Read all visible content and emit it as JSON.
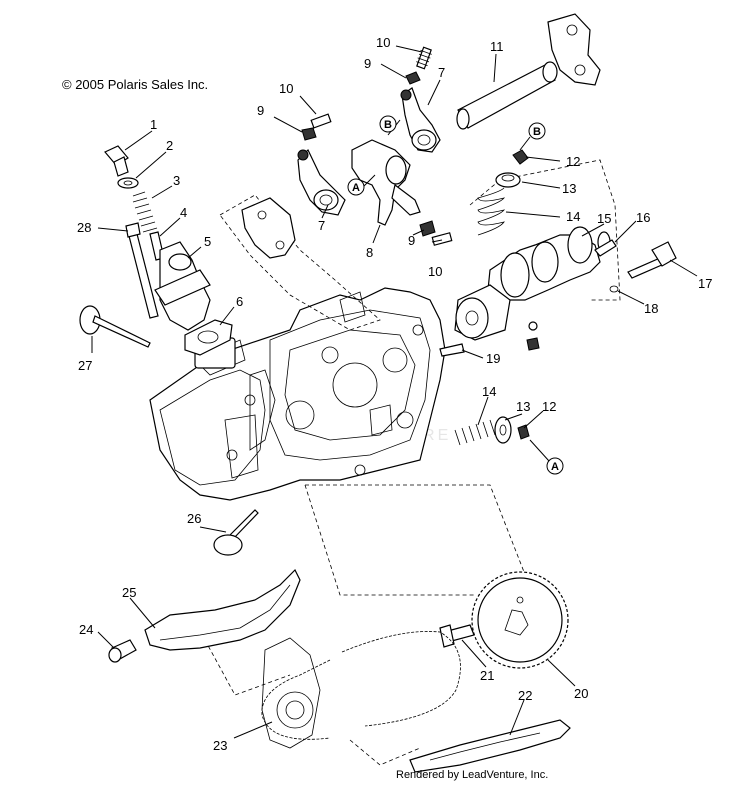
{
  "copyright": "© 2005 Polaris Sales Inc.",
  "rendered_by": "Rendered by LeadVenture, Inc.",
  "callouts": {
    "c1": "1",
    "c2": "2",
    "c3": "3",
    "c4": "4",
    "c5": "5",
    "c6": "6",
    "c7a": "7",
    "c7b": "7",
    "c8": "8",
    "c9a": "9",
    "c9b": "9",
    "c9c": "9",
    "c10a": "10",
    "c10b": "10",
    "c10c": "10",
    "c11": "11",
    "c12a": "12",
    "c12b": "12",
    "c13a": "13",
    "c13b": "13",
    "c14a": "14",
    "c14b": "14",
    "c15": "15",
    "c16": "16",
    "c17": "17",
    "c18": "18",
    "c19": "19",
    "c20": "20",
    "c21": "21",
    "c22": "22",
    "c23": "23",
    "c24": "24",
    "c25": "25",
    "c26": "26",
    "c27": "27",
    "c28": "28"
  },
  "refs": {
    "ref_a1": "A",
    "ref_a2": "A",
    "ref_b1": "B",
    "ref_b2": "B"
  }
}
